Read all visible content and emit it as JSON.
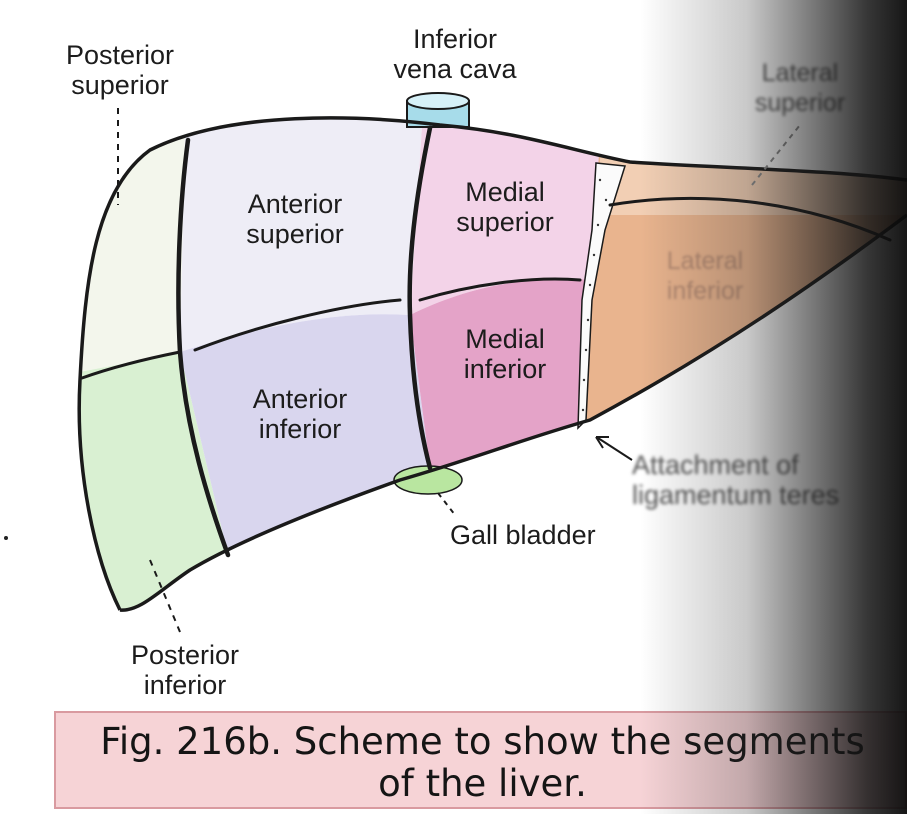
{
  "labels": {
    "posterior_superior": "Posterior\nsuperior",
    "inferior_vena_cava": "Inferior\nvena cava",
    "lateral_superior": "Lateral\nsuperior",
    "anterior_superior": "Anterior\nsuperior",
    "medial_superior": "Medial\nsuperior",
    "lateral_inferior": "Lateral\ninferior",
    "medial_inferior": "Medial\ninferior",
    "anterior_inferior": "Anterior\ninferior",
    "attachment": "Attachment of\nligamentum teres",
    "gall_bladder": "Gall bladder",
    "posterior_inferior": "Posterior\ninferior"
  },
  "caption": "Fig. 216b. Scheme to show the segments\nof the liver.",
  "colors": {
    "posterior_superior": "#f3f6ec",
    "anterior_superior": "#eeedf6",
    "medial_superior": "#f3d3e8",
    "medial_inferior": "#e4a3c8",
    "anterior_inferior": "#d9d6ee",
    "posterior_inferior": "#d9f0d2",
    "lateral": "#e9b48e",
    "outline": "#1a1a1a",
    "caption_bg": "#f6d3d6"
  }
}
